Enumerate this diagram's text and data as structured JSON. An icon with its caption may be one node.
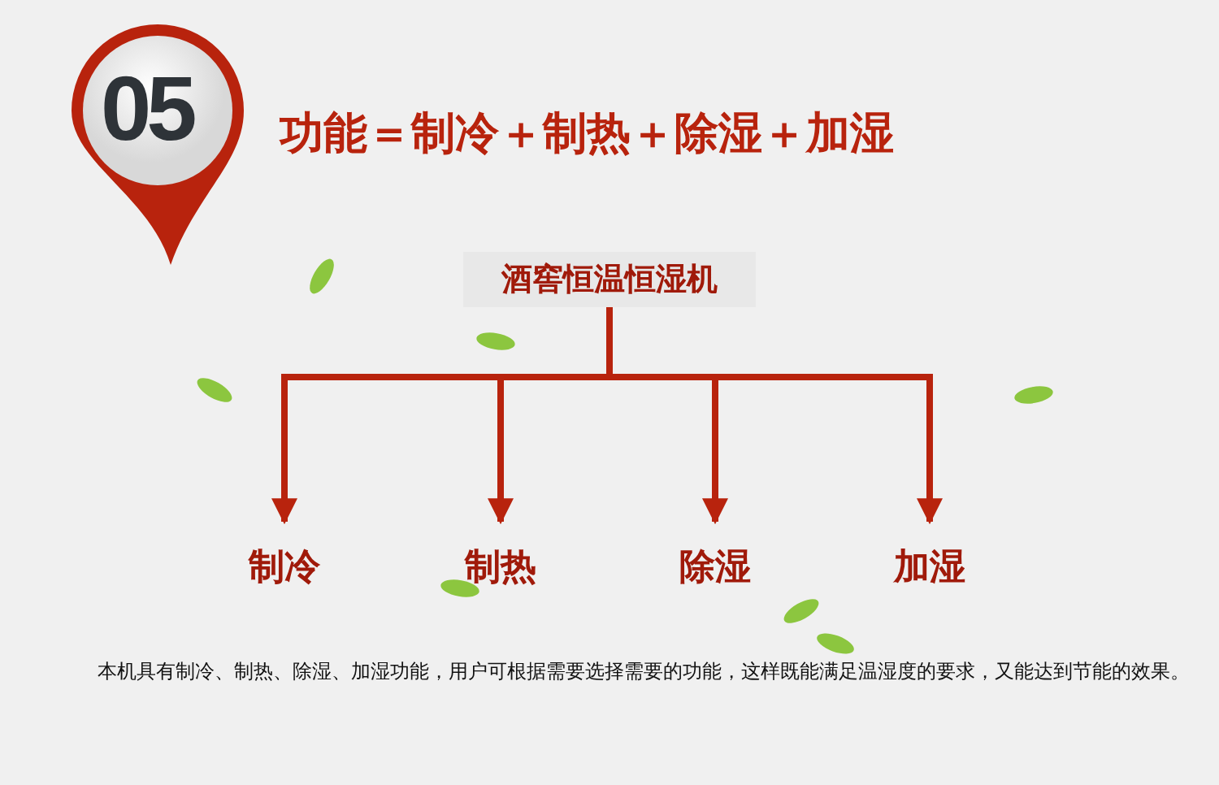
{
  "diagram": {
    "title": "功能＝制冷＋制热＋除湿＋加湿",
    "caption": "本机具有制冷、制热、除湿、加湿功能，用户可根据需要选择需要的功能，这样既能满足温湿度的要求，又能达到节能的效果。",
    "nodes": [
      {
        "text": [
          "酒窖恒温恒湿机"
        ]
      },
      {
        "text": [
          "制冷"
        ]
      },
      {
        "text": [
          "制热"
        ]
      },
      {
        "text": [
          "除湿"
        ]
      },
      {
        "text": [
          "加湿"
        ]
      }
    ],
    "edges": [
      {
        "from": 0,
        "to": 1,
        "arrow": "to"
      },
      {
        "from": 0,
        "to": 2,
        "arrow": "to"
      },
      {
        "from": 0,
        "to": 3,
        "arrow": "to"
      },
      {
        "from": 0,
        "to": 4,
        "arrow": "to"
      }
    ],
    "labels": [
      "05"
    ]
  }
}
